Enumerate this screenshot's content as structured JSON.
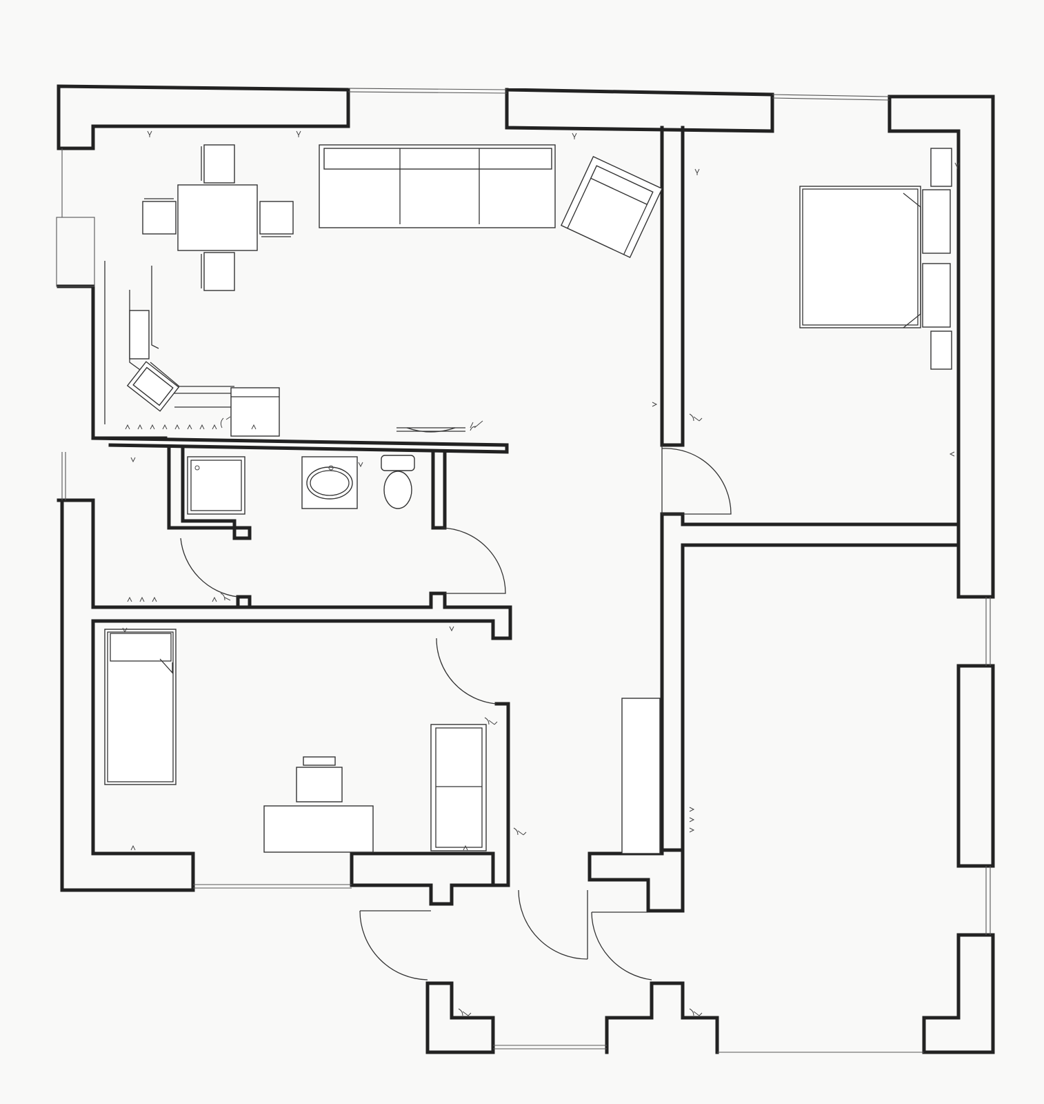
{
  "plan": {
    "rooms": [
      {
        "id": "living-room",
        "label": ""
      },
      {
        "id": "bedroom-master",
        "label": ""
      },
      {
        "id": "bathroom",
        "label": ""
      },
      {
        "id": "bedroom-small",
        "label": ""
      },
      {
        "id": "corridor",
        "label": ""
      },
      {
        "id": "large-room",
        "label": ""
      },
      {
        "id": "entrance-hall",
        "label": ""
      }
    ],
    "colors": {
      "wall": "#222222",
      "line": "#333333",
      "paper": "#f9f9f8",
      "furniture_fill": "#ffffff"
    },
    "icons": [
      "socket-icon",
      "switch-icon",
      "door-swing-icon",
      "window-icon"
    ]
  }
}
